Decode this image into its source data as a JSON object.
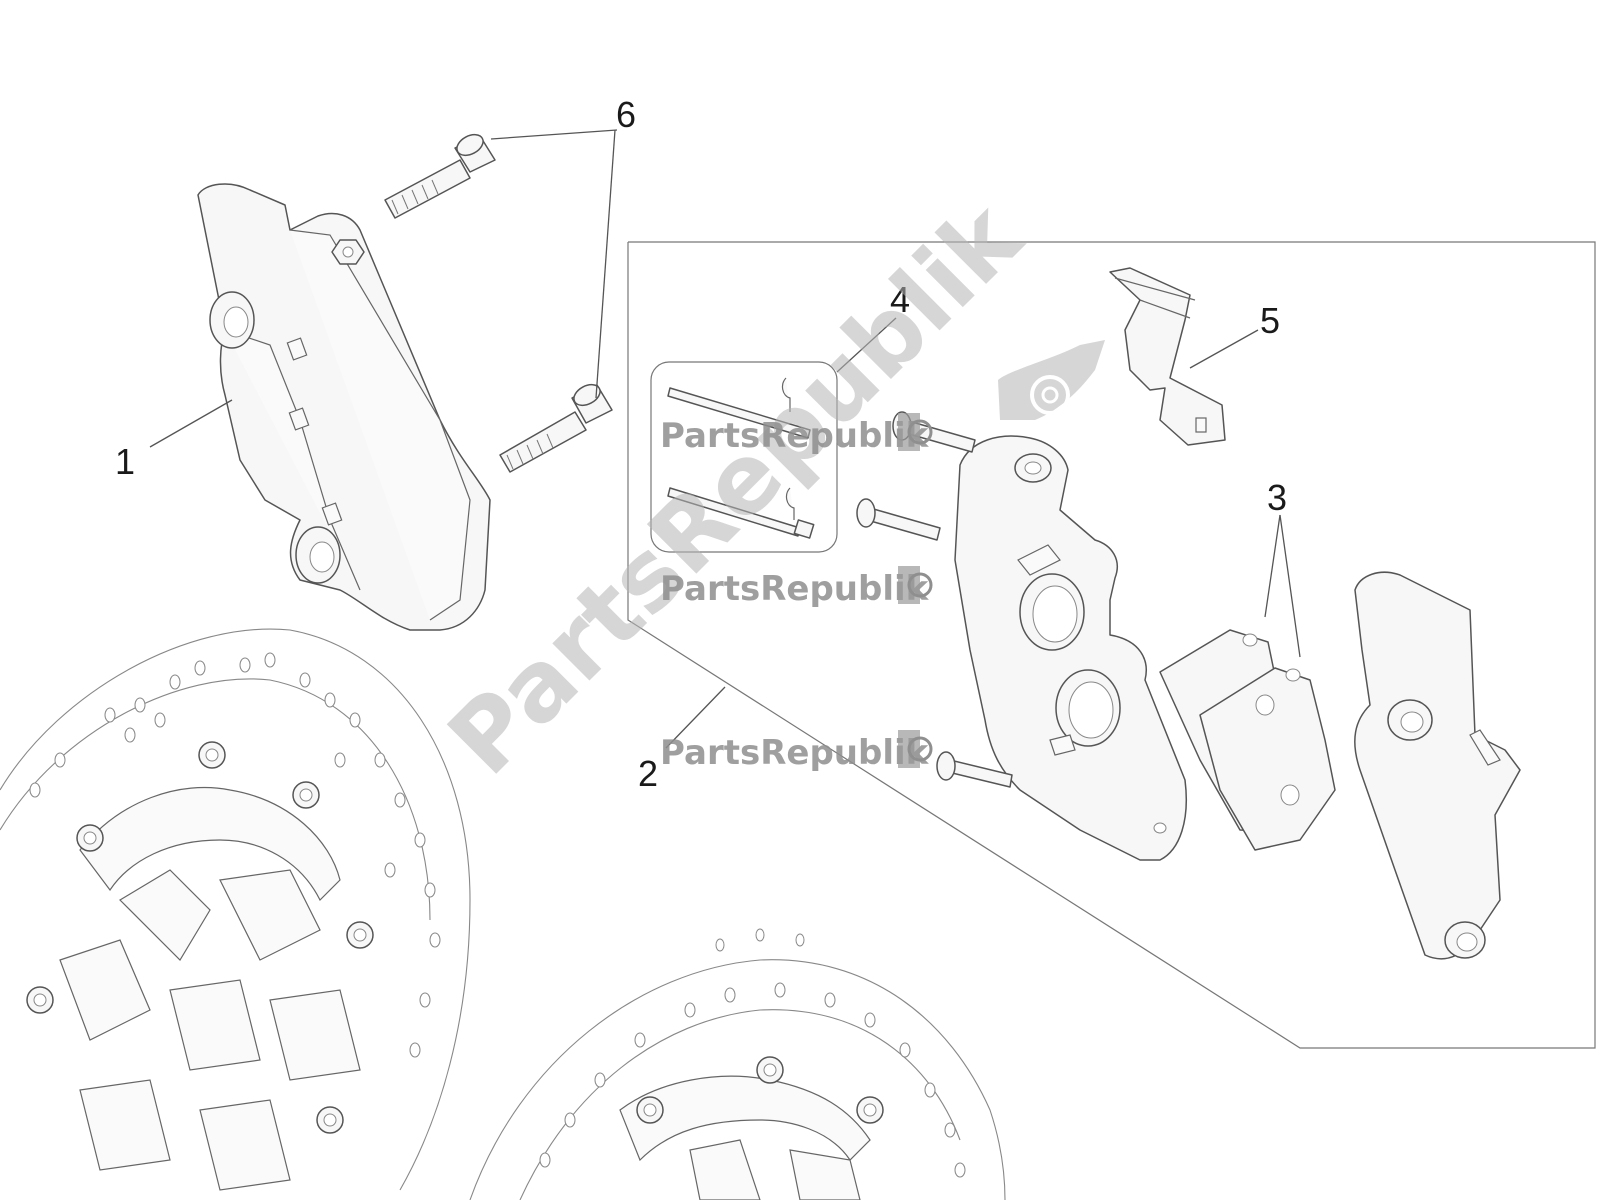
{
  "callouts": [
    {
      "id": "1",
      "label": "1"
    },
    {
      "id": "2",
      "label": "2"
    },
    {
      "id": "3",
      "label": "3"
    },
    {
      "id": "4",
      "label": "4"
    },
    {
      "id": "5",
      "label": "5"
    },
    {
      "id": "6",
      "label": "6"
    }
  ],
  "watermark": {
    "text": "PartsRepublik"
  },
  "colors": {
    "line": "#555555",
    "watermark": "#8f8f8f",
    "background": "#ffffff"
  }
}
